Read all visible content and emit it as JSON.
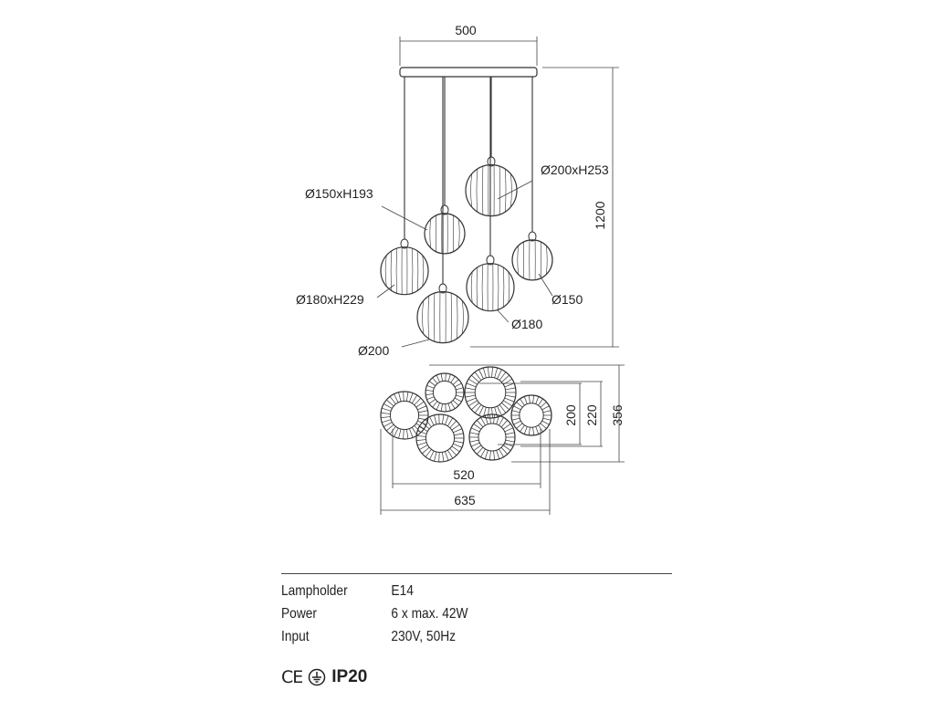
{
  "dimensions": {
    "top_width": "500",
    "height_total": "1200",
    "shade_top_right": "Ø200xH253",
    "shade_upper_left": "Ø150xH193",
    "shade_left": "Ø180xH229",
    "shade_small_right": "Ø150",
    "shade_mid_right": "Ø180",
    "shade_bottom": "Ø200",
    "plan_depth_inner": "200",
    "plan_depth_mid": "220",
    "plan_depth_outer": "356",
    "plan_width_inner": "520",
    "plan_width_outer": "635"
  },
  "specs": [
    {
      "label": "Lampholder",
      "value": "E14"
    },
    {
      "label": "Power",
      "value": "6 x max. 42W"
    },
    {
      "label": "Input",
      "value": "230V, 50Hz"
    }
  ],
  "certifications": {
    "ce_mark": "CE",
    "ip_rating": "IP20"
  }
}
